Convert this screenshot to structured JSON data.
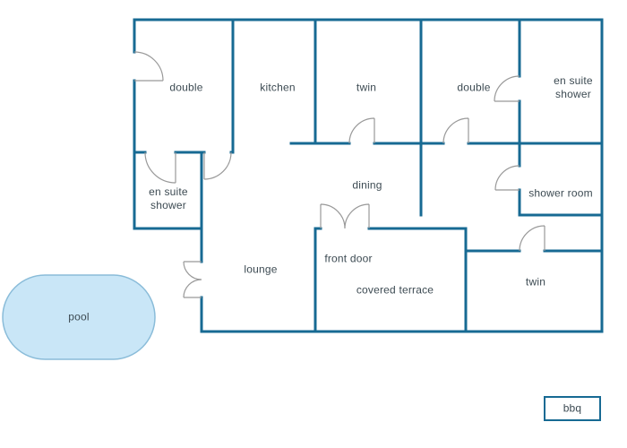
{
  "diagram": {
    "type": "floor-plan",
    "colors": {
      "wall": "#176a93",
      "door": "#999999",
      "pool_fill": "#c9e6f7",
      "pool_border": "#8abcd9",
      "label_text": "#3c4a52",
      "background": "#ffffff"
    },
    "rooms": {
      "double_left": {
        "label": "double"
      },
      "kitchen": {
        "label": "kitchen"
      },
      "twin_top": {
        "label": "twin"
      },
      "double_right": {
        "label": "double"
      },
      "ensuite_shower_right": {
        "label": "en suite shower"
      },
      "ensuite_shower_left": {
        "label": "en suite shower"
      },
      "dining": {
        "label": "dining"
      },
      "shower_room": {
        "label": "shower room"
      },
      "lounge": {
        "label": "lounge"
      },
      "front_door": {
        "label": "front door"
      },
      "covered_terrace": {
        "label": "covered terrace"
      },
      "twin_bottom": {
        "label": "twin"
      }
    },
    "outdoor": {
      "pool": {
        "label": "pool"
      },
      "bbq": {
        "label": "bbq"
      }
    }
  }
}
